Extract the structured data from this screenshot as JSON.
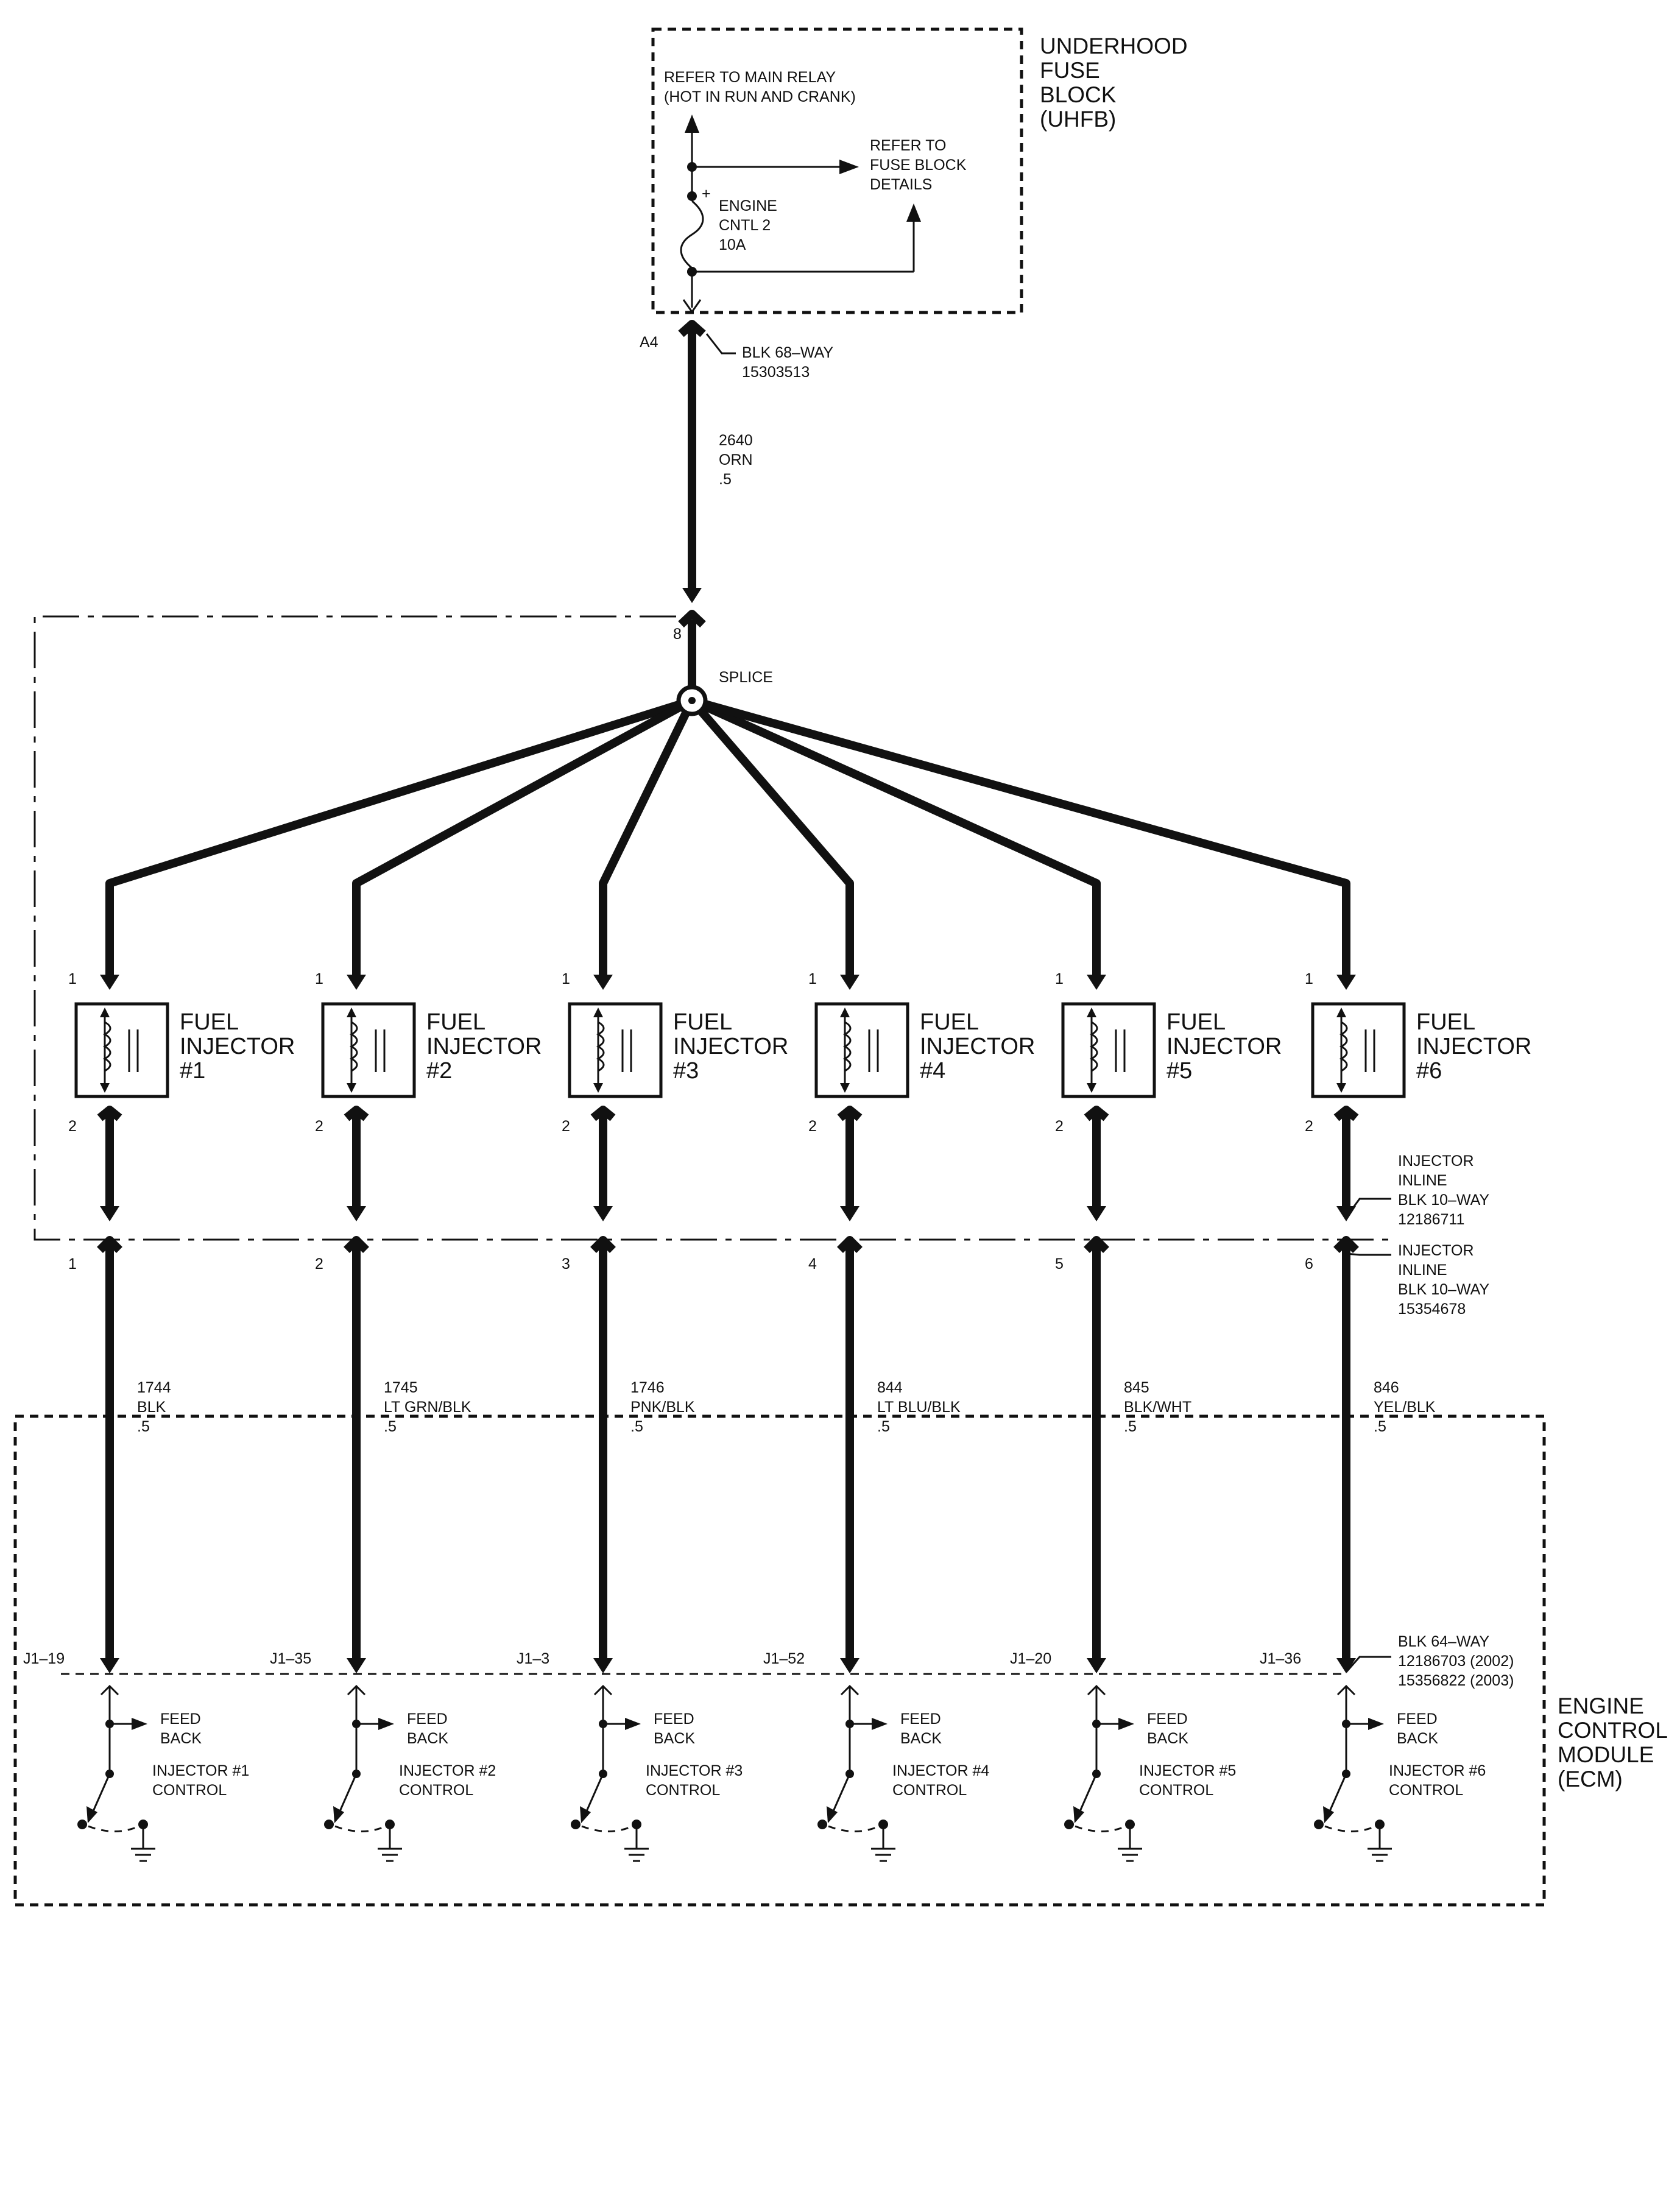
{
  "uhfb": {
    "title_lines": [
      "UNDERHOOD",
      "FUSE",
      "BLOCK",
      "(UHFB)"
    ],
    "relay_ref_lines": [
      "REFER TO MAIN RELAY",
      "(HOT IN RUN AND CRANK)"
    ],
    "fuse_ref_lines": [
      "REFER TO",
      "FUSE BLOCK",
      "DETAILS"
    ],
    "fuse_lines": [
      "ENGINE",
      "CNTL 2",
      "10A"
    ],
    "fuse_plus": "+"
  },
  "uhfb_connector": {
    "pin": "A4",
    "label_lines": [
      "BLK 68–WAY",
      "15303513"
    ]
  },
  "feed_wire": {
    "lines": [
      "2640",
      "ORN",
      ".5"
    ]
  },
  "splice": {
    "pin": "8",
    "label": "SPLICE"
  },
  "injectors": [
    {
      "title_lines": [
        "FUEL",
        "INJECTOR",
        "#1"
      ],
      "pin_top": "1",
      "pin_bottom": "2",
      "inline_pin": "1",
      "wire_lines": [
        "1744",
        "BLK",
        ".5"
      ],
      "ecm_pin": "J1–19",
      "feedback_lines": [
        "FEED",
        "BACK"
      ],
      "control_lines": [
        "INJECTOR #1",
        "CONTROL"
      ]
    },
    {
      "title_lines": [
        "FUEL",
        "INJECTOR",
        "#2"
      ],
      "pin_top": "1",
      "pin_bottom": "2",
      "inline_pin": "2",
      "wire_lines": [
        "1745",
        "LT GRN/BLK",
        ".5"
      ],
      "ecm_pin": "J1–35",
      "feedback_lines": [
        "FEED",
        "BACK"
      ],
      "control_lines": [
        "INJECTOR #2",
        "CONTROL"
      ]
    },
    {
      "title_lines": [
        "FUEL",
        "INJECTOR",
        "#3"
      ],
      "pin_top": "1",
      "pin_bottom": "2",
      "inline_pin": "3",
      "wire_lines": [
        "1746",
        "PNK/BLK",
        ".5"
      ],
      "ecm_pin": "J1–3",
      "feedback_lines": [
        "FEED",
        "BACK"
      ],
      "control_lines": [
        "INJECTOR #3",
        "CONTROL"
      ]
    },
    {
      "title_lines": [
        "FUEL",
        "INJECTOR",
        "#4"
      ],
      "pin_top": "1",
      "pin_bottom": "2",
      "inline_pin": "4",
      "wire_lines": [
        "844",
        "LT BLU/BLK",
        ".5"
      ],
      "ecm_pin": "J1–52",
      "feedback_lines": [
        "FEED",
        "BACK"
      ],
      "control_lines": [
        "INJECTOR #4",
        "CONTROL"
      ]
    },
    {
      "title_lines": [
        "FUEL",
        "INJECTOR",
        "#5"
      ],
      "pin_top": "1",
      "pin_bottom": "2",
      "inline_pin": "5",
      "wire_lines": [
        "845",
        "BLK/WHT",
        ".5"
      ],
      "ecm_pin": "J1–20",
      "feedback_lines": [
        "FEED",
        "BACK"
      ],
      "control_lines": [
        "INJECTOR #5",
        "CONTROL"
      ]
    },
    {
      "title_lines": [
        "FUEL",
        "INJECTOR",
        "#6"
      ],
      "pin_top": "1",
      "pin_bottom": "2",
      "inline_pin": "6",
      "wire_lines": [
        "846",
        "YEL/BLK",
        ".5"
      ],
      "ecm_pin": "J1–36",
      "feedback_lines": [
        "FEED",
        "BACK"
      ],
      "control_lines": [
        "INJECTOR #6",
        "CONTROL"
      ]
    }
  ],
  "inline_connector_top": {
    "label_lines": [
      "INJECTOR",
      "INLINE",
      "BLK 10–WAY",
      "12186711"
    ]
  },
  "inline_connector_bottom": {
    "label_lines": [
      "INJECTOR",
      "INLINE",
      "BLK 10–WAY",
      "15354678"
    ]
  },
  "ecm_connector": {
    "label_lines": [
      "BLK 64–WAY",
      "12186703 (2002)",
      "15356822 (2003)"
    ]
  },
  "ecm": {
    "title_lines": [
      "ENGINE",
      "CONTROL",
      "MODULE",
      "(ECM)"
    ]
  }
}
